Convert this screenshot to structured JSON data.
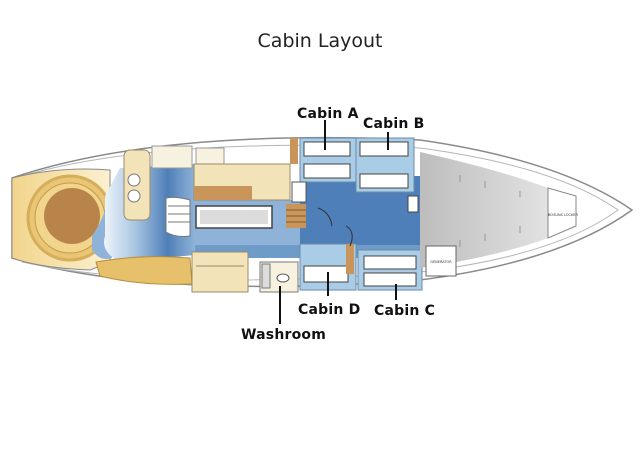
{
  "title": "Cabin Layout",
  "labels": {
    "cabin_a": "Cabin A",
    "cabin_b": "Cabin B",
    "cabin_c": "Cabin C",
    "cabin_d": "Cabin D",
    "washroom": "Washroom"
  },
  "small_text": {
    "bosun_locker": "BOSUNS LOCKER",
    "generator": "GENERATOR"
  },
  "colors": {
    "hull_outline": "#8a8a8a",
    "cabin_blue": "#a9cde6",
    "floor_blue": "#6f9bc9",
    "wood": "#c9955a",
    "cream": "#f3e3b8",
    "grey_area": "#cfcfcf"
  }
}
